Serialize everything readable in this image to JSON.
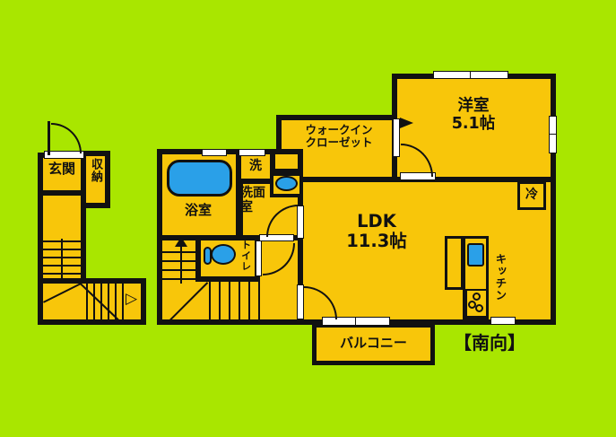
{
  "colors": {
    "background": "#a9e600",
    "room_fill": "#f8c60a",
    "wall": "#111111",
    "opening_white": "#ffffff",
    "fixture_blue": "#2aa0e8"
  },
  "labels": {
    "entrance": "玄関",
    "storage": "収納",
    "bathroom": "浴室",
    "laundry": "洗",
    "washroom_line1": "洗面",
    "washroom_line2": "室",
    "toilet": "トイレ",
    "walkin_closet_line1": "ウォークイン",
    "walkin_closet_line2": "クローゼット",
    "western_room_name": "洋室",
    "western_room_size": "5.1帖",
    "ldk_name": "LDK",
    "ldk_size": "11.3帖",
    "refrigerator": "冷",
    "kitchen": "キッチン",
    "balcony": "バルコニー",
    "orientation": "【南向】",
    "stair_direction_arrow": "▷"
  }
}
